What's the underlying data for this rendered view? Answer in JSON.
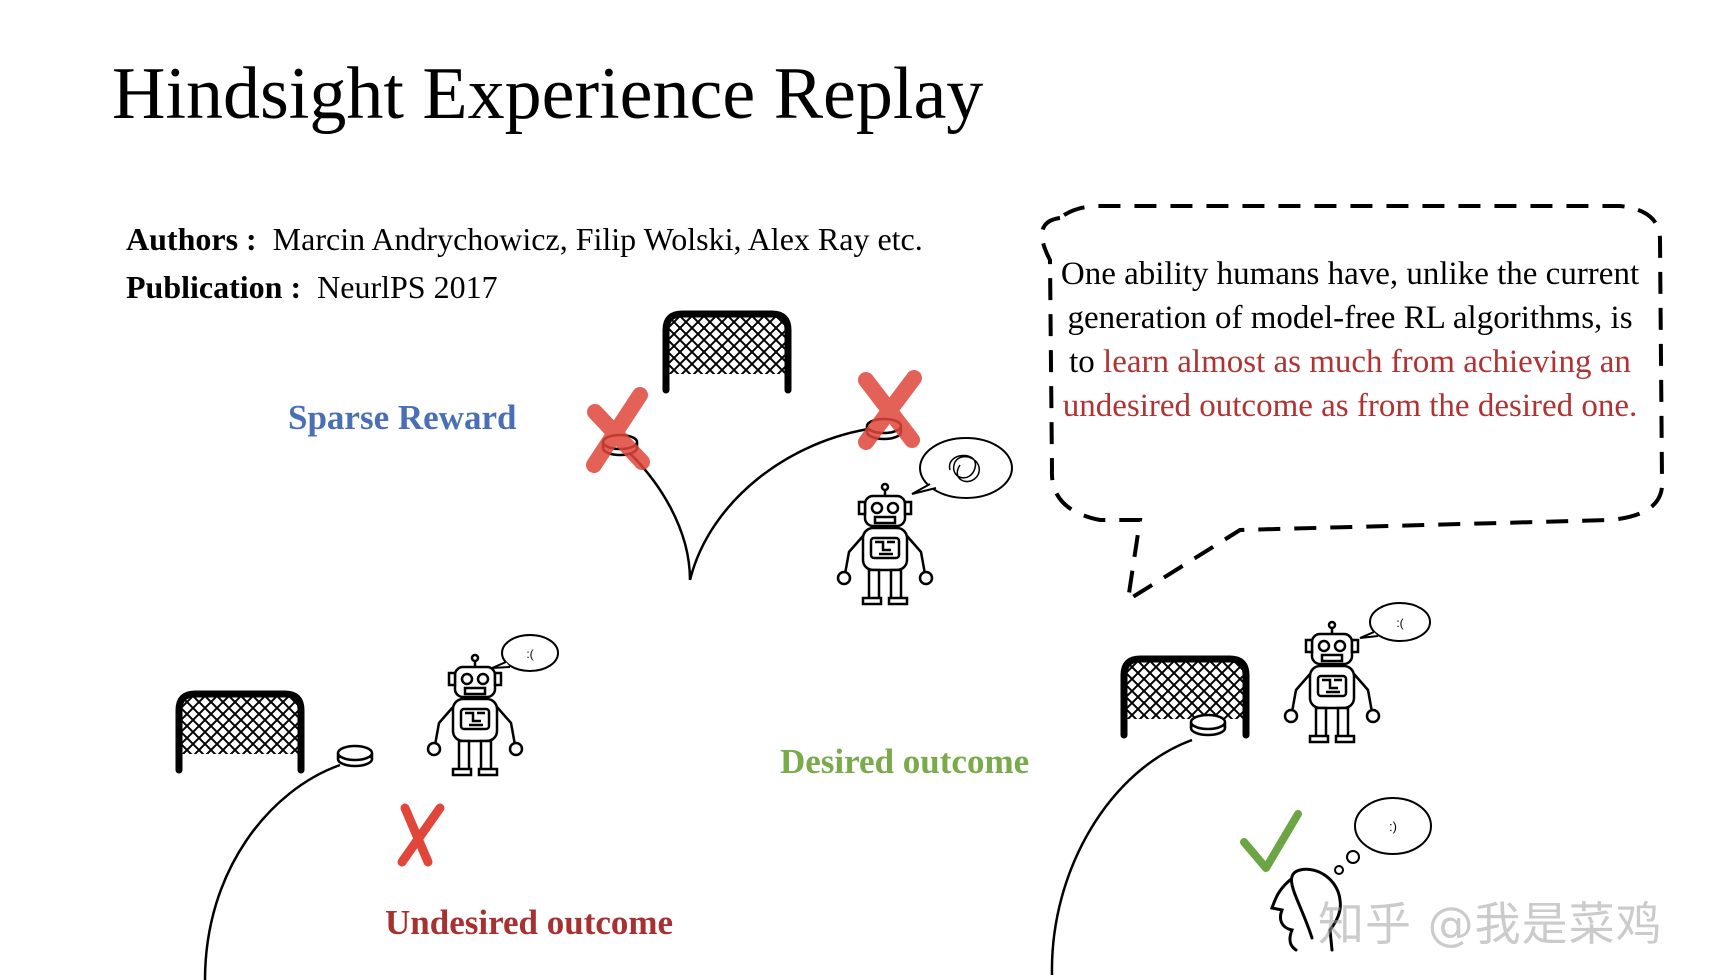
{
  "title": "Hindsight Experience Replay",
  "authors": {
    "label": "Authors :",
    "value": "Marcin Andrychowicz, Filip Wolski, Alex Ray etc."
  },
  "publication": {
    "label": "Publication :",
    "value": "NeurlPS 2017"
  },
  "labels": {
    "sparse_reward": "Sparse Reward",
    "desired_outcome": "Desired outcome",
    "undesired_outcome": "Undesired outcome"
  },
  "quote": {
    "plain": "One ability humans have, unlike the current generation of model-free RL algorithms, is to ",
    "highlight": "learn almost as much from achieving an undesired outcome as from the desired one",
    "end": "."
  },
  "bubbles": {
    "sad": ":(",
    "happy": ":)"
  },
  "watermark": "知乎 @我是菜鸡",
  "colors": {
    "sparse_reward": "#4a6fb7",
    "desired": "#79ab4b",
    "undesired": "#a73030",
    "cross": "#e0463a",
    "check": "#6ba544"
  },
  "icons": [
    "hockey-goal-icon",
    "hockey-puck-icon",
    "robot-icon",
    "cross-icon",
    "check-icon",
    "thought-bubble-icon",
    "human-head-icon"
  ]
}
